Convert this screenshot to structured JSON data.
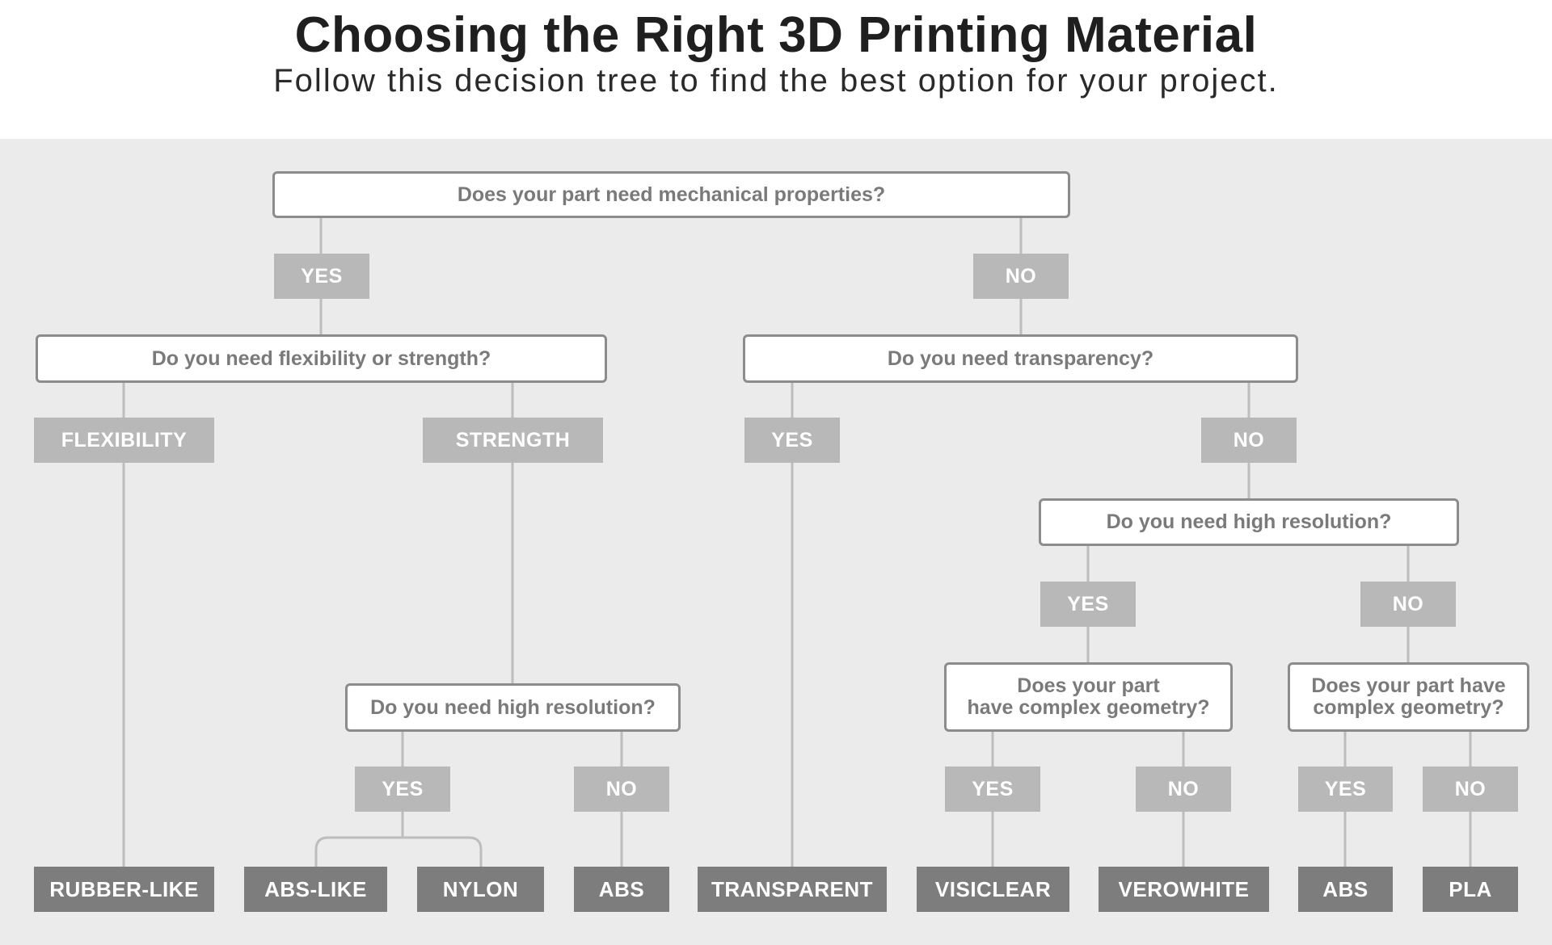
{
  "header": {
    "title": "Choosing the Right 3D Printing Material",
    "subtitle": "Follow this decision tree to find the best option for your project."
  },
  "questions": {
    "q_mechanical": "Does your part need mechanical properties?",
    "q_flex_strength": "Do you need flexibility or strength?",
    "q_transparency": "Do you need transparency?",
    "q_hires_right": "Do you need high resolution?",
    "q_hires_left": "Do you need high resolution?",
    "q_geometry_a_line1": "Does your part",
    "q_geometry_a_line2": "have complex geometry?",
    "q_geometry_b_line1": "Does your part have",
    "q_geometry_b_line2": "complex geometry?"
  },
  "branches": {
    "mech_yes": "YES",
    "mech_no": "NO",
    "flexibility": "FLEXIBILITY",
    "strength": "STRENGTH",
    "trans_yes": "YES",
    "trans_no": "NO",
    "hires_left_yes": "YES",
    "hires_left_no": "NO",
    "hires_right_yes": "YES",
    "hires_right_no": "NO",
    "geo_a_yes": "YES",
    "geo_a_no": "NO",
    "geo_b_yes": "YES",
    "geo_b_no": "NO"
  },
  "results": {
    "rubber_like": "RUBBER-LIKE",
    "abs_like": "ABS-LIKE",
    "nylon": "NYLON",
    "abs_1": "ABS",
    "transparent": "TRANSPARENT",
    "visiclear": "VISICLEAR",
    "verowhite": "VEROWHITE",
    "abs_2": "ABS",
    "pla": "PLA"
  },
  "colors": {
    "panel_background": "#ebebeb",
    "question_border": "#8c8c8c",
    "branch_fill": "#b8b8b8",
    "result_fill": "#7d7d7d",
    "connector": "#bdbdbd"
  }
}
